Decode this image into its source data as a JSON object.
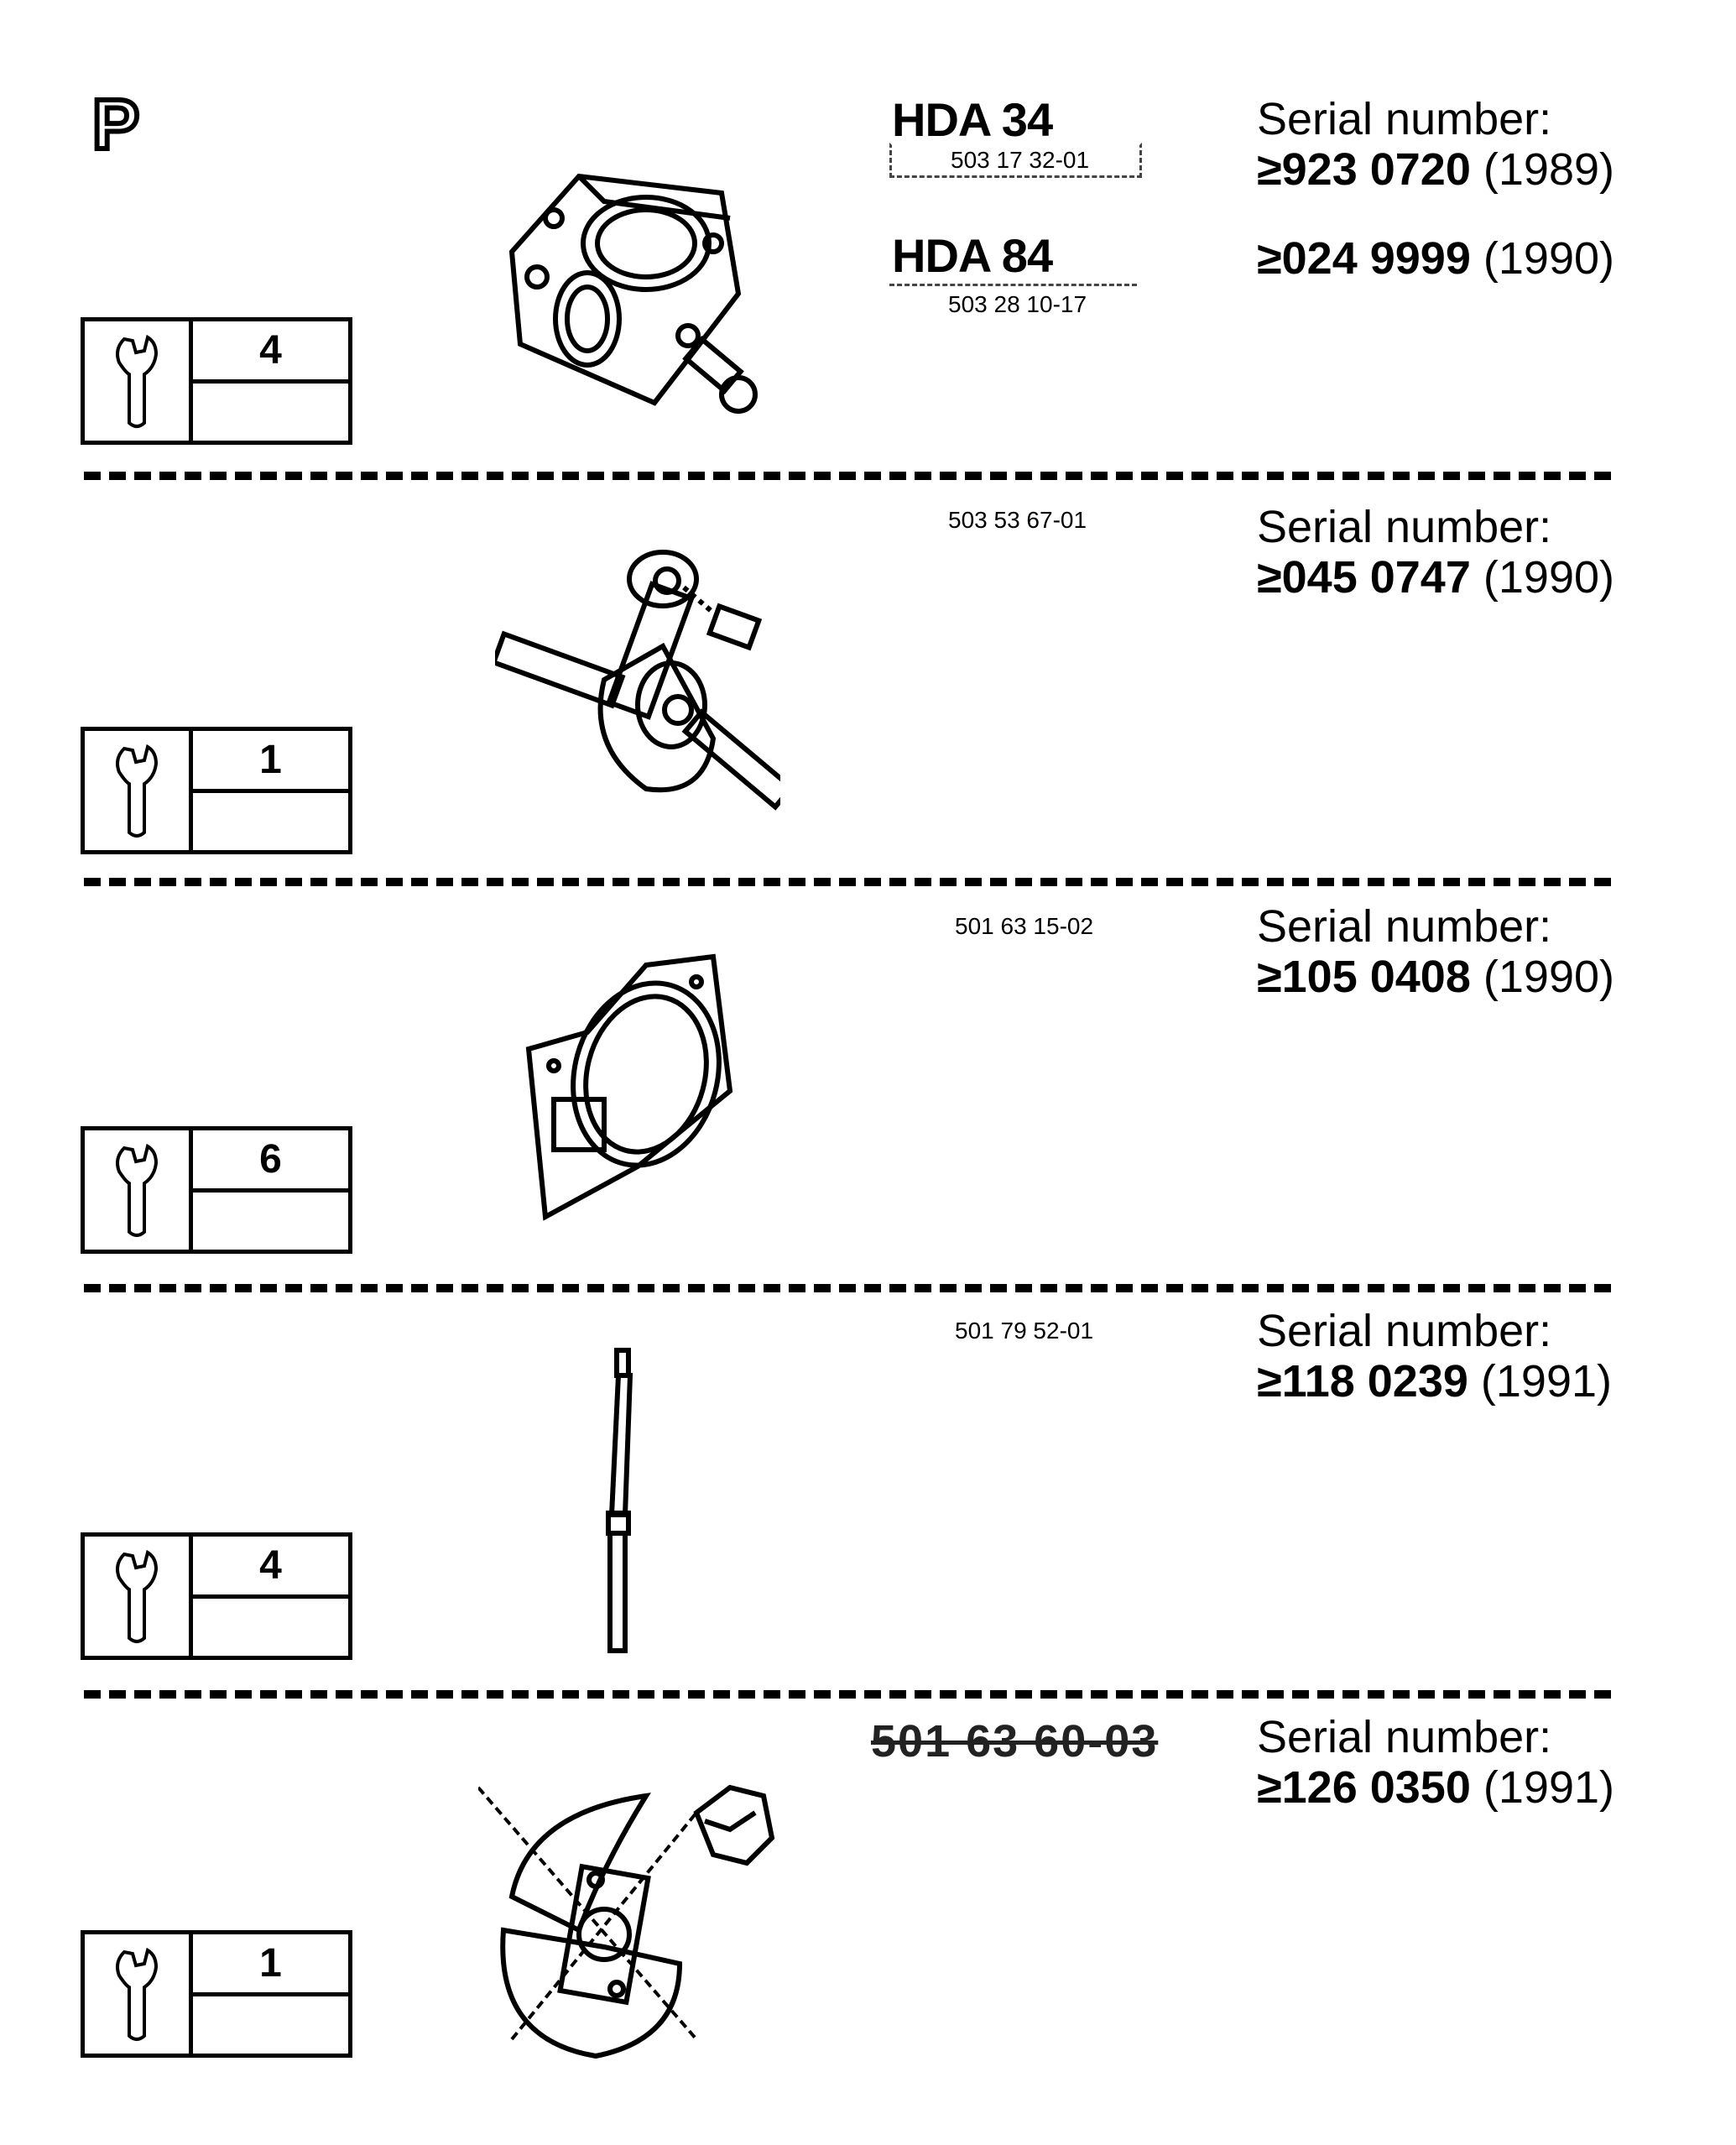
{
  "page_letter": "P",
  "sections": [
    {
      "spec_value": "4",
      "models": [
        {
          "name": "HDA 34",
          "part_number": "503 17 32-01"
        },
        {
          "name": "HDA 84",
          "part_number": "503 28 10-17"
        }
      ],
      "serial_label": "Serial number:",
      "serials": [
        {
          "number": "≥923 0720",
          "year": "(1989)"
        },
        {
          "number": "≥024 9999",
          "year": "(1990)"
        }
      ],
      "illustration": "carburetor-icon"
    },
    {
      "spec_value": "1",
      "part_number": "503 53 67-01",
      "serial_label": "Serial number:",
      "serial": {
        "number": "≥045 0747",
        "year": "(1990)"
      },
      "illustration": "crankshaft-icon"
    },
    {
      "spec_value": "6",
      "part_number": "501 63 15-02",
      "serial_label": "Serial number:",
      "serial": {
        "number": "≥105 0408",
        "year": "(1990)"
      },
      "illustration": "crankcase-gasket-icon"
    },
    {
      "spec_value": "4",
      "part_number": "501 79 52-01",
      "serial_label": "Serial number:",
      "serial": {
        "number": "≥118 0239",
        "year": "(1991)"
      },
      "illustration": "pin-rod-icon"
    },
    {
      "spec_value": "1",
      "part_number": "501 63 60-03",
      "serial_label": "Serial number:",
      "serial": {
        "number": "≥126 0350",
        "year": "(1991)"
      },
      "illustration": "clutch-icon"
    }
  ]
}
